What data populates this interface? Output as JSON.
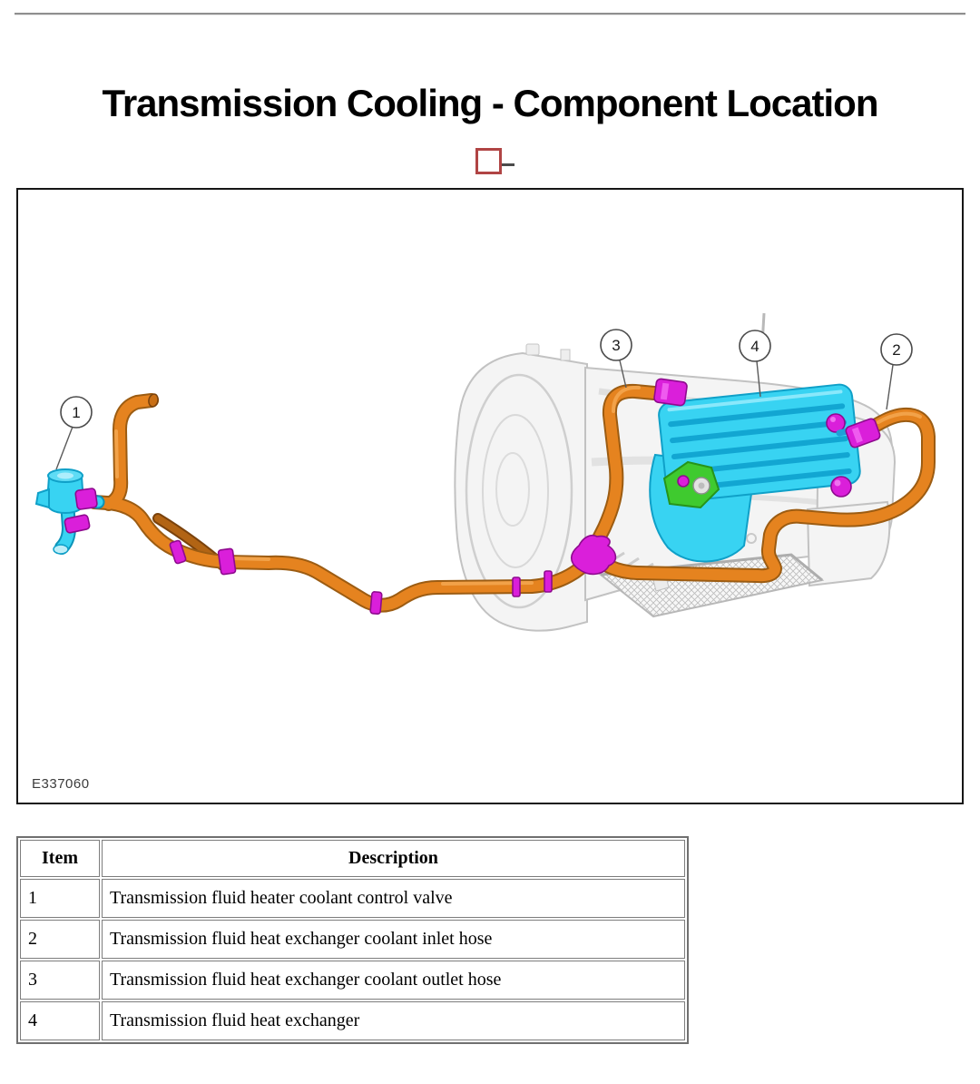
{
  "page": {
    "title": "Transmission Cooling - Component Location",
    "figure_code": "E337060"
  },
  "figure": {
    "callouts": [
      {
        "label": "1",
        "target": "Transmission fluid heater coolant control valve"
      },
      {
        "label": "2",
        "target": "Transmission fluid heat exchanger coolant inlet hose"
      },
      {
        "label": "3",
        "target": "Transmission fluid heat exchanger coolant outlet hose"
      },
      {
        "label": "4",
        "target": "Transmission fluid heat exchanger"
      }
    ]
  },
  "colors": {
    "hose_orange": "#E5831F",
    "heat_exchanger_cyan": "#38D3F2",
    "clip_magenta": "#DA1FDA",
    "bracket_green": "#3FCA2F",
    "placeholder_red": "#B04444"
  },
  "table": {
    "headers": {
      "item": "Item",
      "description": "Description"
    },
    "rows": [
      {
        "item": "1",
        "description": "Transmission fluid heater coolant control valve"
      },
      {
        "item": "2",
        "description": "Transmission fluid heat exchanger coolant inlet hose"
      },
      {
        "item": "3",
        "description": "Transmission fluid heat exchanger coolant outlet hose"
      },
      {
        "item": "4",
        "description": "Transmission fluid heat exchanger"
      }
    ]
  }
}
